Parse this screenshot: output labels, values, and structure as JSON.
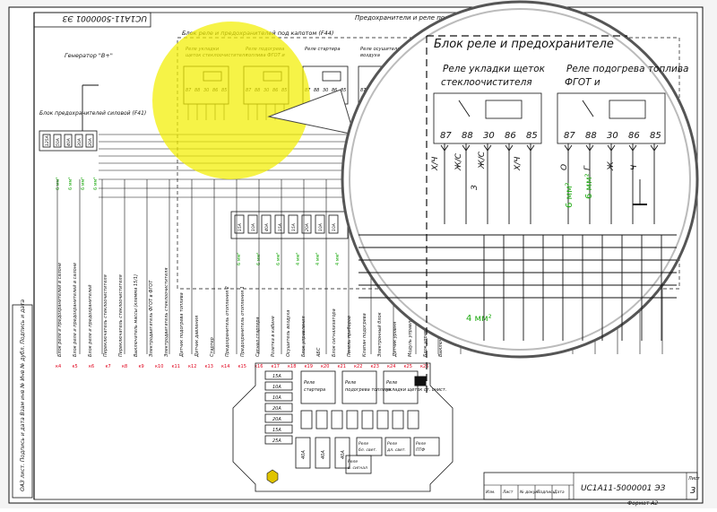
{
  "sheet": {
    "doc_number_top": "UC1A11-5000001 ЭЗ",
    "doc_number_bottom": "UC1A11-5000001 ЭЗ",
    "format": "Формат A2",
    "sheet_no": "3",
    "sheet_label": "Лист",
    "side_stamp": "ОАЗ лист. Подпись и дата Взам инв № Инв № дубл. Подпись и дата",
    "title_block_cols": [
      "Изм.",
      "Лист",
      "№ докум.",
      "Подпись",
      "Дата"
    ]
  },
  "header": {
    "fuses_title": "Предохранители и реле пол",
    "underhood_block": "Блок реле и предохранителей под капотом (F44)",
    "generator": "Генератор \"В+\"",
    "fuse_block_left": "Блок предохранителей силовой (F41)"
  },
  "relays": [
    {
      "name": "Реле укладки щеток стеклоочистителя",
      "pins": [
        "87",
        "88",
        "30",
        "86",
        "85"
      ]
    },
    {
      "name": "Реле подогрева топлива ФГОТ и",
      "pins": [
        "87",
        "88",
        "30",
        "86",
        "85"
      ]
    },
    {
      "name": "Реле стартера",
      "pins": [
        "87",
        "88",
        "30",
        "86",
        "85"
      ]
    },
    {
      "name": "Реле осушителя воздуха",
      "pins": [
        "87",
        "88",
        "30",
        "86",
        "85"
      ]
    }
  ],
  "magnifier": {
    "title": "Блок реле и предохранителе",
    "relay_left": "Реле укладки щеток стеклоочистителя",
    "relay_right": "Реле подогрева топлива ФГОТ и",
    "pins_left": [
      "87",
      "88",
      "30",
      "86",
      "85"
    ],
    "pins_right": [
      "87",
      "88",
      "30",
      "86",
      "85"
    ],
    "wire_labels_left": [
      "Х/Ч",
      "Ж/С",
      "Ж/С",
      "З",
      "Х/Ч"
    ],
    "wire_labels_right": [
      "О",
      "Г",
      "Ж",
      "Ч"
    ],
    "wire_sizes": [
      "6 мм²",
      "6 мм²",
      "4 мм²"
    ]
  },
  "left_fuses": {
    "labels": [
      "125А",
      "50А",
      "40А",
      "30А",
      "30А"
    ],
    "sizes": [
      "6 мм²",
      "6 мм²",
      "6 мм²",
      "6 мм²"
    ]
  },
  "mid_fuses": {
    "labels": [
      "15А",
      "10А",
      "40А",
      "15А",
      "15А",
      "20А",
      "10А",
      "10А"
    ],
    "sizes": [
      "6 мм²",
      "6 мм²",
      "6 мм²",
      "4 мм²",
      "4 мм²",
      "4 мм²"
    ]
  },
  "bottom_labels": [
    "Блок реле и предохранителей в салоне",
    "Блок реле и предохранителей в салоне",
    "Блок реле и предохранителей",
    "Переключатель стеклоочистителя",
    "Переключатель стеклоочистителя",
    "Выключатель массы (клемма 15/1)",
    "Электродвигатель ФГОТ в ФГОТ",
    "Электродвигатель стеклоочистителя",
    "Датчик подогрева топлива",
    "Датчик давления",
    "Стартер",
    "Предохранитель отопления 2",
    "Предохранитель отопления 1",
    "Сигнал стартера",
    "Розетка в кабине",
    "Осушитель воздуха",
    "Блок управления",
    "АБС",
    "Блок сигнализатора",
    "Панель приборов",
    "Клапан подогрева",
    "Электронный блок",
    "Датчик уровня",
    "Модуль управления",
    "Блок управления",
    "Выключатель"
  ],
  "bottom_codes": [
    "к4",
    "к5",
    "к6",
    "к7",
    "к8",
    "к9",
    "к10",
    "к11",
    "к12",
    "к13",
    "к14",
    "к15",
    "к16",
    "к17",
    "к18",
    "к19",
    "к20",
    "к21",
    "к22",
    "к23",
    "к24",
    "к25",
    "к26"
  ],
  "fuse_box": {
    "fuses_left": [
      "15А",
      "10А",
      "10А",
      "20А",
      "20А",
      "15А",
      "25А"
    ],
    "relays_top": [
      "Реле стартера",
      "Реле подогрева топлива",
      "Реле укладки щеток ст. очист."
    ],
    "fuses_lower": [
      "40А",
      "40А",
      "40А"
    ],
    "relays_bottom": [
      "Реле бл. свет.",
      "Реле дл. свет.",
      "Реле ПТФ",
      "Реле в. сигнал"
    ]
  }
}
